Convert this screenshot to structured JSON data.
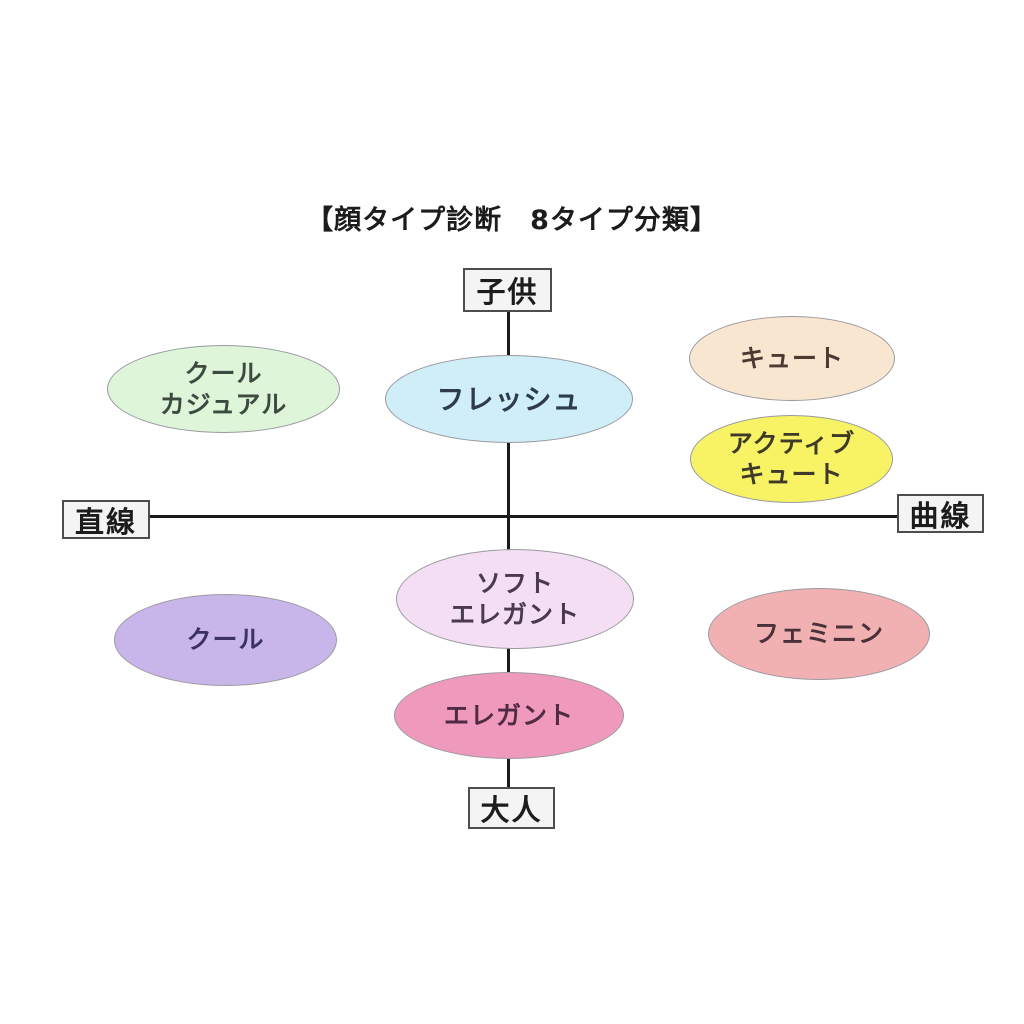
{
  "title": "【顔タイプ診断　8タイプ分類】",
  "axes": {
    "top": {
      "label": "子供"
    },
    "bottom": {
      "label": "大人"
    },
    "left": {
      "label": "直線"
    },
    "right": {
      "label": "曲線"
    }
  },
  "types": [
    {
      "id": "cool-casual",
      "label": "クール\nカジュアル",
      "fill": "#def5da",
      "text_color": "#3d4a3f"
    },
    {
      "id": "fresh",
      "label": "フレッシュ",
      "fill": "#cfeef8",
      "text_color": "#2e3a4e"
    },
    {
      "id": "cute",
      "label": "キュート",
      "fill": "#f8e6d0",
      "text_color": "#4a3a32"
    },
    {
      "id": "active-cute",
      "label": "アクティブ\nキュート",
      "fill": "#f7f365",
      "text_color": "#3f3a28"
    },
    {
      "id": "soft-elegant",
      "label": "ソフト\nエレガント",
      "fill": "#f4def3",
      "text_color": "#4a3a50"
    },
    {
      "id": "cool",
      "label": "クール",
      "fill": "#c8b6ea",
      "text_color": "#3c3260"
    },
    {
      "id": "feminine",
      "label": "フェミニン",
      "fill": "#f1b1b2",
      "text_color": "#4a3038"
    },
    {
      "id": "elegant",
      "label": "エレガント",
      "fill": "#ef99bc",
      "text_color": "#502b44"
    }
  ],
  "colors": {
    "background": "#ffffff",
    "axis_line": "#1a1a1a",
    "box_bg": "#f4f4f4",
    "box_border": "#4d4d4d",
    "ellipse_border": "#9a9aa0"
  }
}
